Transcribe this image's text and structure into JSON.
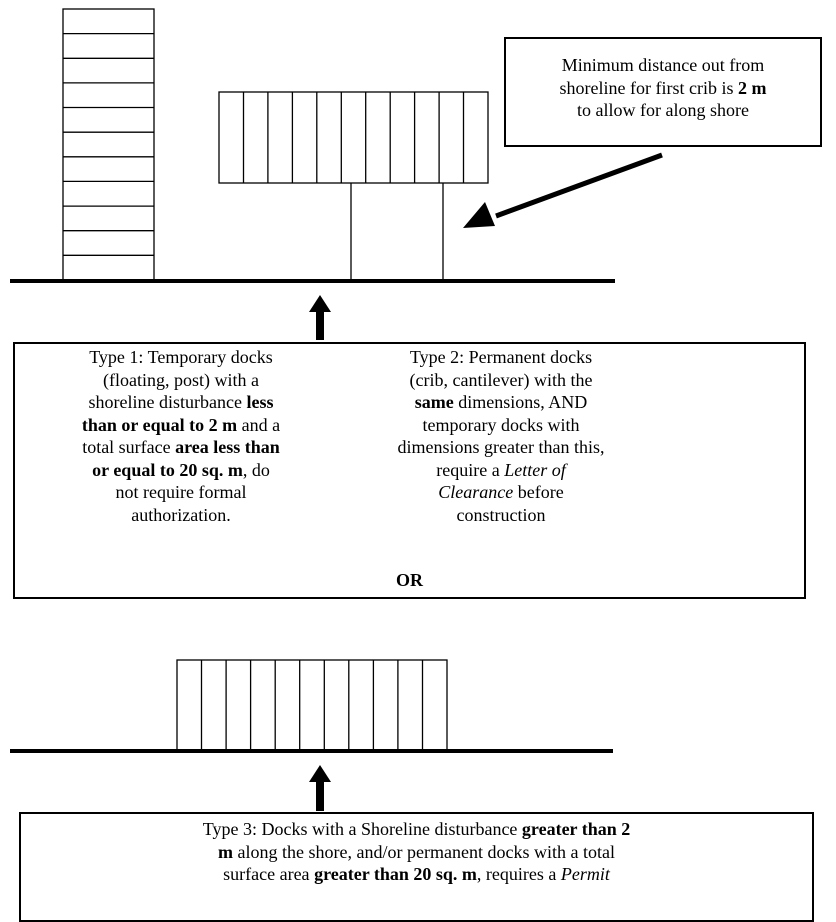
{
  "callout": {
    "line1": "Minimum distance out from",
    "line2a": "shoreline for first crib is ",
    "line2b": "2 m",
    "line3": "to allow for along shore"
  },
  "type1": {
    "line1": "Type 1: Temporary docks",
    "line2": "(floating, post) with a",
    "line3a": "shoreline disturbance ",
    "line3b": "less",
    "line4a": "than or equal to 2 m",
    "line4b": " and a",
    "line5a": "total surface ",
    "line5b": "area less than",
    "line6a": "or equal to 20 sq. m",
    "line6b": ", do",
    "line7": "not require formal",
    "line8": "authorization."
  },
  "type2": {
    "line1": "Type 2: Permanent docks",
    "line2": "(crib, cantilever) with the",
    "line3a": "same",
    "line3b": " dimensions, AND",
    "line4": "temporary docks with",
    "line5": "dimensions greater than this,",
    "line6a": "require a ",
    "line6b": "Letter of",
    "line7a": "Clearance",
    "line7b": " before",
    "line8": "construction"
  },
  "or_label": "OR",
  "type3": {
    "line1a": "Type 3: Docks with a Shoreline disturbance ",
    "line1b": "greater than 2",
    "line2a": "m",
    "line2b": " along the shore, and/or permanent docks with a total",
    "line3a": "surface area ",
    "line3b": "greater than 20 sq. m",
    "line3c": ", requires a ",
    "line3d": "Permit"
  }
}
